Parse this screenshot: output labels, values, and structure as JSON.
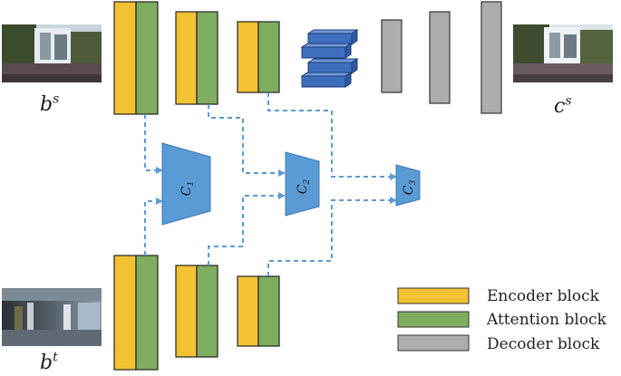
{
  "labels": {
    "source_input": {
      "base": "b",
      "sup": "s"
    },
    "target_input": {
      "base": "b",
      "sup": "t"
    },
    "output": {
      "base": "c",
      "sup": "s"
    }
  },
  "classifiers": [
    {
      "base": "C",
      "sub": "1"
    },
    {
      "base": "C",
      "sub": "2"
    },
    {
      "base": "C",
      "sub": "3"
    }
  ],
  "legend": [
    {
      "label": "Encoder block",
      "color": "#F2C232"
    },
    {
      "label": "Attention block",
      "color": "#7FAD5F"
    },
    {
      "label": "Decoder block",
      "color": "#ADADAD"
    }
  ],
  "colors": {
    "encoder": "#F2C232",
    "attention": "#7FAD5F",
    "decoder": "#ADADAD",
    "classifier": "#5B9BD5",
    "bottleneck": "#3E6FBF",
    "connector": "#5B9BD5"
  }
}
